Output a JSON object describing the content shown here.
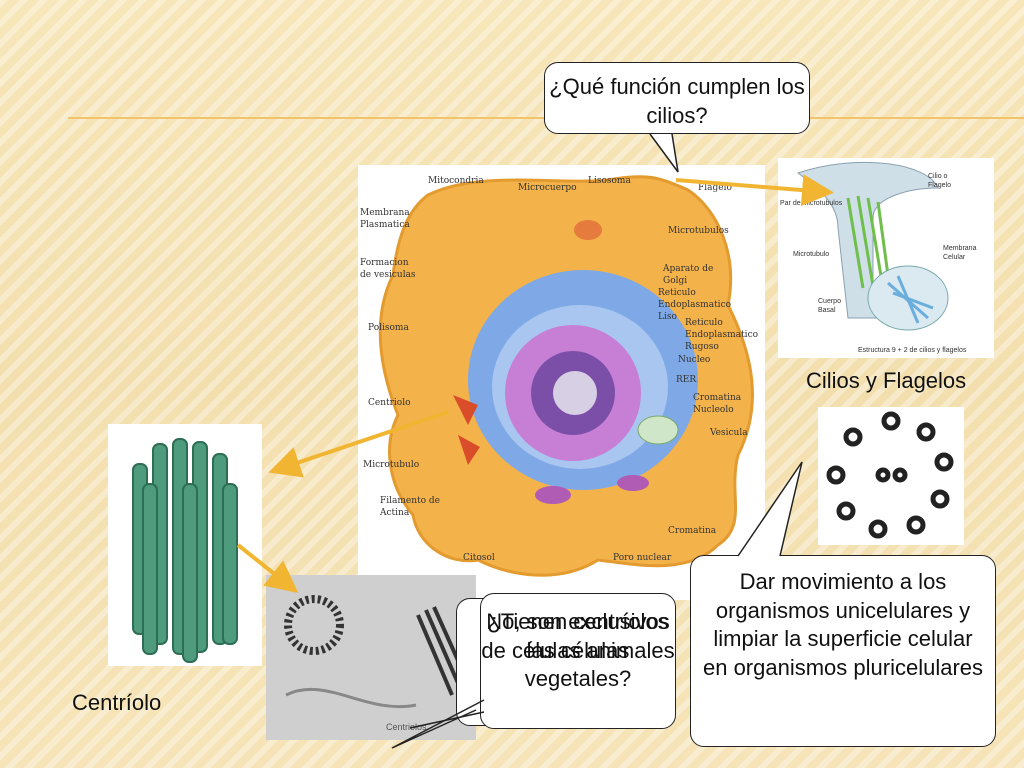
{
  "slide": {
    "question": "¿Qué función cumplen los cilios?",
    "cilia_title": "Cilios y Flagelos",
    "centriole_title": "Centríolo",
    "answer": "Dar movimiento a los organismos unicelulares y limpiar la superficie celular en organismos pluricelulares",
    "overlap_text_a": "No, son exclusivos de células animales",
    "overlap_text_b": "¿Tienen centríolos las células vegetales?"
  },
  "cell_diagram": {
    "labels": [
      "Mitocondria",
      "Microcuerpo",
      "Lisosoma",
      "Flagelo",
      "Membrana Plasmatica",
      "Microtubulos",
      "Formacion de vesiculas",
      "Aparato de Golgi",
      "Reticulo Endoplasmatico Liso",
      "Polisoma",
      "Reticulo Endoplasmatico Rugoso",
      "Nucleo",
      "RER",
      "Centriolo",
      "Cromatina",
      "Nucleolo",
      "Vesicula",
      "Microtubulo",
      "Filamento de Actina",
      "Citosol",
      "Poro nuclear",
      "Cromatina"
    ]
  },
  "cilia_diagram": {
    "labels": [
      "Cilio o Flagelo",
      "Par de microtubulos",
      "Microtubulo",
      "Membrana Celular",
      "Cuerpo Basal",
      "Estructura 9 + 2 de cilios y flagelos"
    ]
  },
  "micrograph": {
    "caption": "Centriolos"
  },
  "colors": {
    "arrow": "#f2b531",
    "rule": "#f2c36a",
    "cell": "#f3b24a",
    "nucleus": "#a35fc0"
  }
}
